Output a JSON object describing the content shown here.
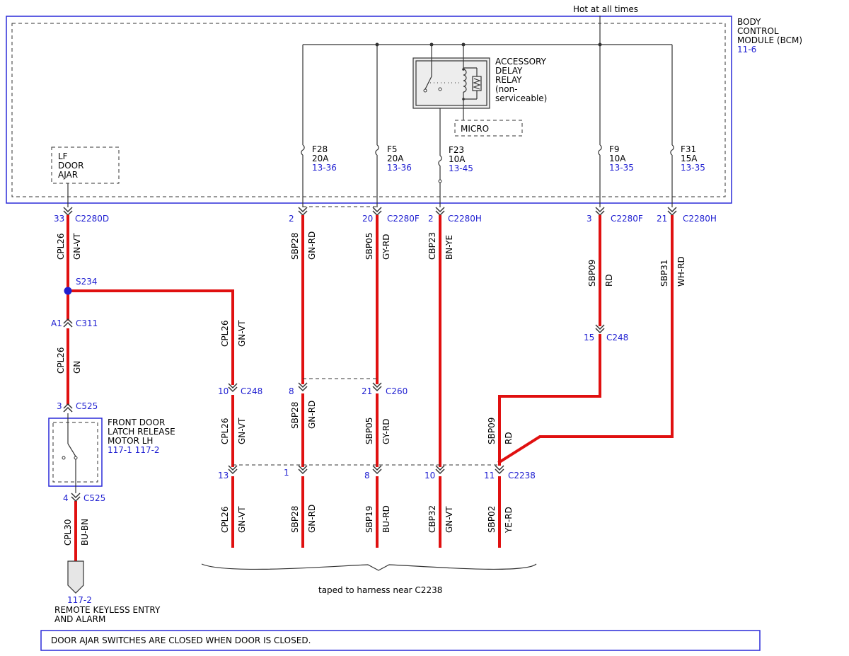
{
  "header": {
    "hot_label": "Hot at all times"
  },
  "bcm": {
    "title_lines": [
      "BODY",
      "CONTROL",
      "MODULE (BCM)"
    ],
    "ref": "11-6"
  },
  "relay": {
    "label_lines": [
      "ACCESSORY",
      "DELAY",
      "RELAY",
      "(non-",
      "serviceable)"
    ],
    "micro": "MICRO"
  },
  "lf_door_ajar": [
    "LF",
    "DOOR",
    "AJAR"
  ],
  "fuses": [
    {
      "name": "F28",
      "amps": "20A",
      "ref": "13-36"
    },
    {
      "name": "F5",
      "amps": "20A",
      "ref": "13-36"
    },
    {
      "name": "F23",
      "amps": "10A",
      "ref": "13-45"
    },
    {
      "name": "F9",
      "amps": "10A",
      "ref": "13-35"
    },
    {
      "name": "F31",
      "amps": "15A",
      "ref": "13-35"
    }
  ],
  "top_connectors": [
    {
      "pin": "33",
      "conn": "C2280D"
    },
    {
      "pin": "2",
      "conn": ""
    },
    {
      "pin": "20",
      "conn": "C2280F"
    },
    {
      "pin": "2",
      "conn": "C2280H"
    },
    {
      "pin": "3",
      "conn": "C2280F"
    },
    {
      "pin": "21",
      "conn": "C2280H"
    }
  ],
  "wires": {
    "cpl26_gnvt": {
      "circuit": "CPL26",
      "color": "GN-VT"
    },
    "cpl26_gn": {
      "circuit": "CPL26",
      "color": "GN"
    },
    "cpl30": {
      "circuit": "CPL30",
      "color": "BU-BN"
    },
    "sbp28": {
      "circuit": "SBP28",
      "color": "GN-RD"
    },
    "sbp05": {
      "circuit": "SBP05",
      "color": "GY-RD"
    },
    "cbp23": {
      "circuit": "CBP23",
      "color": "BN-YE"
    },
    "sbp09": {
      "circuit": "SBP09",
      "color": "RD"
    },
    "sbp31": {
      "circuit": "SBP31",
      "color": "WH-RD"
    },
    "sbp19": {
      "circuit": "SBP19",
      "color": "BU-RD"
    },
    "cbp32": {
      "circuit": "CBP32",
      "color": "GN-VT"
    },
    "sbp02": {
      "circuit": "SBP02",
      "color": "YE-RD"
    }
  },
  "splice": "S234",
  "c311": {
    "pin": "A1",
    "conn": "C311"
  },
  "c525_top": {
    "pin": "3",
    "conn": "C525"
  },
  "c525_bottom": {
    "pin": "4",
    "conn": "C525"
  },
  "latch_motor": {
    "label_lines": [
      "FRONT DOOR",
      "LATCH RELEASE",
      "MOTOR LH"
    ],
    "refs": "117-1 117-2"
  },
  "c248_left": {
    "pin": "10",
    "conn": "C248"
  },
  "c248_right": {
    "pin": "15",
    "conn": "C248"
  },
  "c260": {
    "pin8": "8",
    "pin21": "21",
    "conn": "C260"
  },
  "c2238": {
    "pins": [
      "13",
      "1",
      "8",
      "10",
      "11"
    ],
    "conn": "C2238"
  },
  "rke": {
    "ref": "117-2",
    "label_lines": [
      "REMOTE KEYLESS ENTRY",
      "AND ALARM"
    ]
  },
  "taped_note": "taped to harness near C2238",
  "footer_note": "DOOR AJAR SWITCHES ARE CLOSED WHEN DOOR IS CLOSED.",
  "colors": {
    "wire": "#e01010",
    "ref_blue": "#1f1fd1",
    "box_blue": "#2a2ad8",
    "bcm_fill": "#f2f2f2"
  }
}
